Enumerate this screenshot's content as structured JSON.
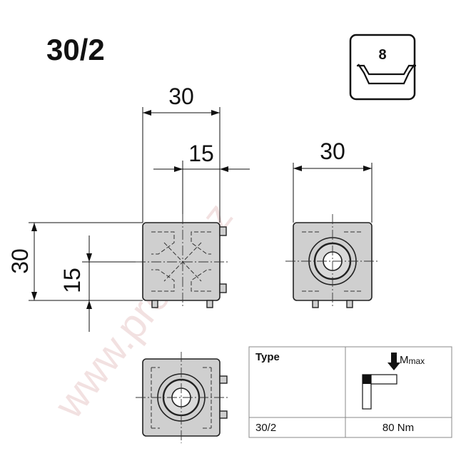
{
  "title": "30/2",
  "slot_badge": {
    "label": "8"
  },
  "dimensions": {
    "front_width": "30",
    "front_half_width": "15",
    "front_height": "30",
    "front_half_height": "15",
    "side_width": "30"
  },
  "spec_table": {
    "header_type": "Type",
    "header_moment": "M",
    "header_moment_sub": "max",
    "row_type": "30/2",
    "row_moment": "80 Nm"
  },
  "watermark": "www.profily.cz",
  "colors": {
    "part_fill": "#cfcfcf",
    "outline": "#222222",
    "watermark": "#e9c9c9"
  }
}
